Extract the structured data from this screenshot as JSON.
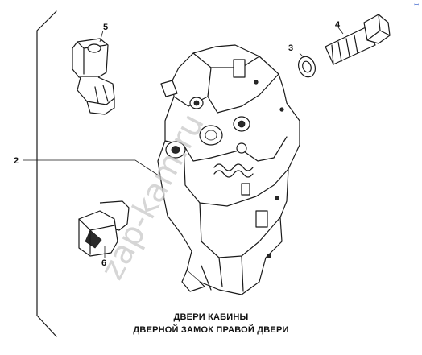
{
  "diagram": {
    "callouts": [
      {
        "id": "1",
        "label": "2"
      },
      {
        "id": "2",
        "label": "3"
      },
      {
        "id": "3",
        "label": "4"
      },
      {
        "id": "4",
        "label": "5"
      },
      {
        "id": "5",
        "label": "6"
      }
    ],
    "caption_line1": "ДВЕРИ КАБИНЫ",
    "caption_line2": "ДВЕРНОЙ ЗАМОК ПРАВОЙ ДВЕРИ",
    "watermark": "zap-kam.ru",
    "corner_mark": "ꟷ"
  }
}
